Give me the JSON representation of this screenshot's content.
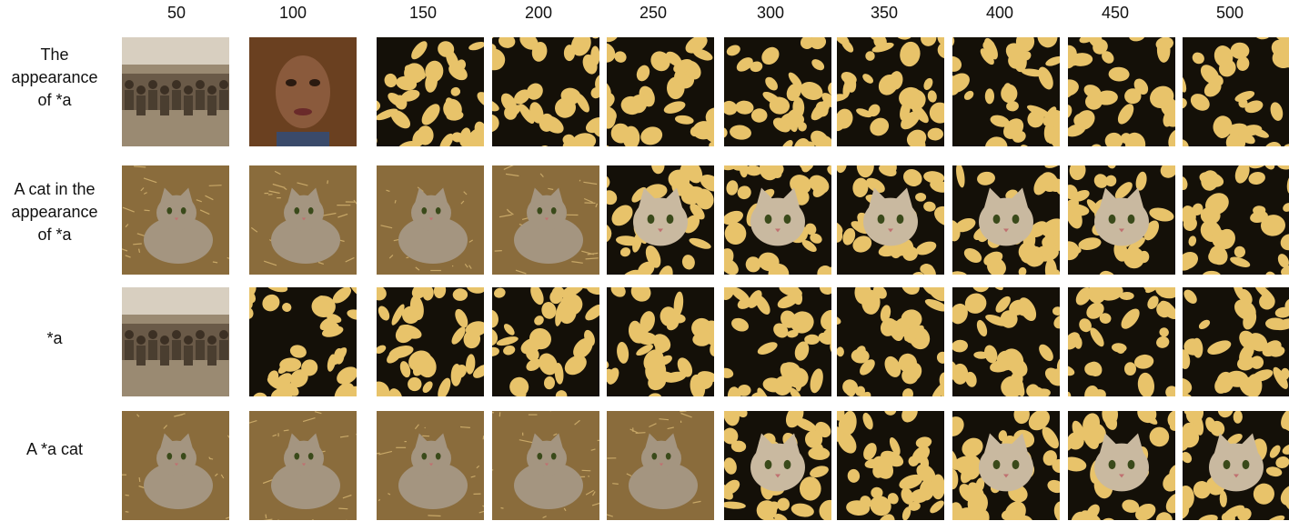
{
  "column_headers": [
    "50",
    "100",
    "150",
    "200",
    "250",
    "300",
    "350",
    "400",
    "450",
    "500"
  ],
  "rows": [
    {
      "label_lines": [
        "The",
        "appearance",
        "of *a"
      ],
      "tiles": [
        "sepia-crowd-photo",
        "woman-portrait",
        "leopard-pattern",
        "leopard-pattern",
        "leopard-pattern",
        "leopard-pattern",
        "leopard-pattern",
        "leopard-pattern",
        "leopard-pattern",
        "leopard-pattern"
      ]
    },
    {
      "label_lines": [
        "A cat in the",
        "appearance",
        "of *a"
      ],
      "tiles": [
        "cat-photo",
        "cat-photo",
        "cat-photo",
        "cat-photo",
        "cat-pattern",
        "cat-pattern",
        "cat-pattern",
        "cat-pattern",
        "cat-pattern",
        "leopard-pattern"
      ]
    },
    {
      "label_lines": [
        "*a"
      ],
      "tiles": [
        "sepia-crowd-photo",
        "leopard-pattern",
        "leopard-pattern",
        "leopard-pattern",
        "leopard-pattern",
        "leopard-pattern",
        "leopard-pattern",
        "leopard-pattern",
        "leopard-pattern",
        "leopard-pattern"
      ]
    },
    {
      "label_lines": [
        "A *a cat"
      ],
      "tiles": [
        "cat-photo",
        "cat-photo",
        "cat-photo",
        "cat-photo",
        "cat-photo",
        "cat-pattern",
        "leopard-pattern",
        "cat-pattern",
        "cat-pattern",
        "cat-pattern"
      ]
    }
  ],
  "colors": {
    "pattern_dark": "#141008",
    "pattern_light": "#e8c36a",
    "sepia": "#9a8a72",
    "cat_fur": "#a49580",
    "straw": "#8a6c3c",
    "skin": "#8a5a3c",
    "hair": "#6a4020"
  }
}
